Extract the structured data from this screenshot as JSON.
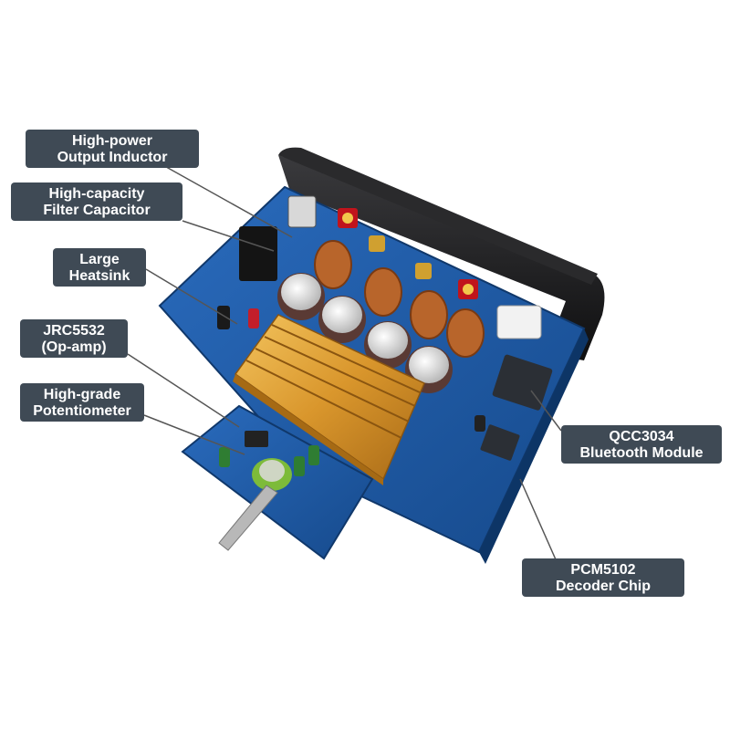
{
  "callouts": {
    "output_inductor": {
      "line1": "High-power",
      "line2": "Output Inductor"
    },
    "filter_capacitor": {
      "line1": "High-capacity",
      "line2": "Filter Capacitor"
    },
    "heatsink": {
      "line1": "Large",
      "line2": "Heatsink"
    },
    "op_amp": {
      "line1": "JRC5532",
      "line2": "(Op-amp)"
    },
    "potentiometer": {
      "line1": "High-grade",
      "line2": "Potentiometer"
    },
    "bluetooth": {
      "line1": "QCC3034",
      "line2": "Bluetooth Module"
    },
    "decoder": {
      "line1": "PCM5102",
      "line2": "Decoder Chip"
    }
  },
  "colors": {
    "callout_bg": "#3f4a55",
    "pcb_blue": "#1f5aa8",
    "heatsink_gold": "#e0a23a",
    "enclosure_black": "#1c1c1e"
  }
}
